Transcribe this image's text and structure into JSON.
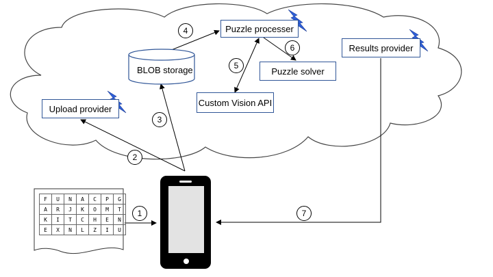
{
  "nodes": {
    "puzzle_processer": "Puzzle processer",
    "blob_storage": "BLOB storage",
    "puzzle_solver": "Puzzle solver",
    "results_provider": "Results provider",
    "custom_vision_api": "Custom Vision API",
    "upload_provider": "Upload provider"
  },
  "steps": [
    "1",
    "2",
    "3",
    "4",
    "5",
    "6",
    "7"
  ],
  "puzzle_grid": [
    [
      "F",
      "U",
      "N",
      "A",
      "C",
      "P",
      "G"
    ],
    [
      "A",
      "R",
      "J",
      "K",
      "O",
      "M",
      "T"
    ],
    [
      "K",
      "I",
      "T",
      "C",
      "H",
      "E",
      "N"
    ],
    [
      "E",
      "X",
      "N",
      "L",
      "Z",
      "I",
      "U"
    ]
  ],
  "icons": {
    "function": "lightning-bolt-icon",
    "device": "smartphone-icon",
    "document": "word-search-paper-icon"
  },
  "colors": {
    "box_border": "#2f5597",
    "lightning": "#2e5fd8",
    "line": "#000000"
  }
}
